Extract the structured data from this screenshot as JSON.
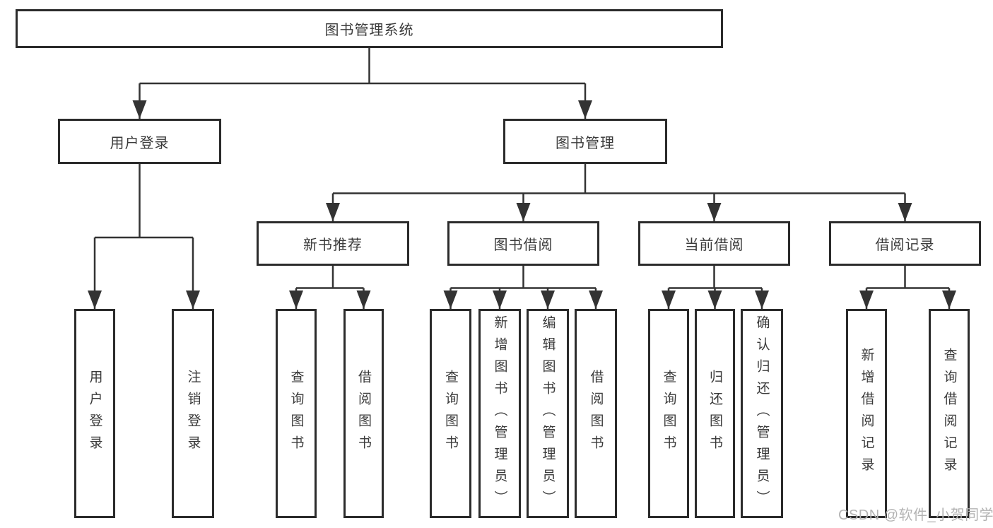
{
  "colors": {
    "line": "#333333",
    "border": "#2b2b2b",
    "text": "#3a3a3a",
    "watermark": "#b3b3b3",
    "background": "#ffffff"
  },
  "nodes": {
    "root": "图书管理系统",
    "user_login": "用户登录",
    "book_management": "图书管理",
    "login": "用户登录",
    "logout": "注销登录",
    "new_book_rec": "新书推荐",
    "book_borrow": "图书借阅",
    "current_borrow": "当前借阅",
    "borrow_records": "借阅记录",
    "rec_query_books": "查询图书",
    "rec_borrow_books": "借阅图书",
    "bb_query_books": "查询图书",
    "bb_add_books": "新增图书（管理员）",
    "bb_edit_books": "编辑图书（管理员）",
    "bb_borrow_books": "借阅图书",
    "cb_query_books": "查询图书",
    "cb_return_books": "归还图书",
    "cb_confirm_return": "确认归还（管理员）",
    "br_add_record": "新增借阅记录",
    "br_query_record": "查询借阅记录"
  },
  "watermark": "CSDN @软件_小贺同学"
}
